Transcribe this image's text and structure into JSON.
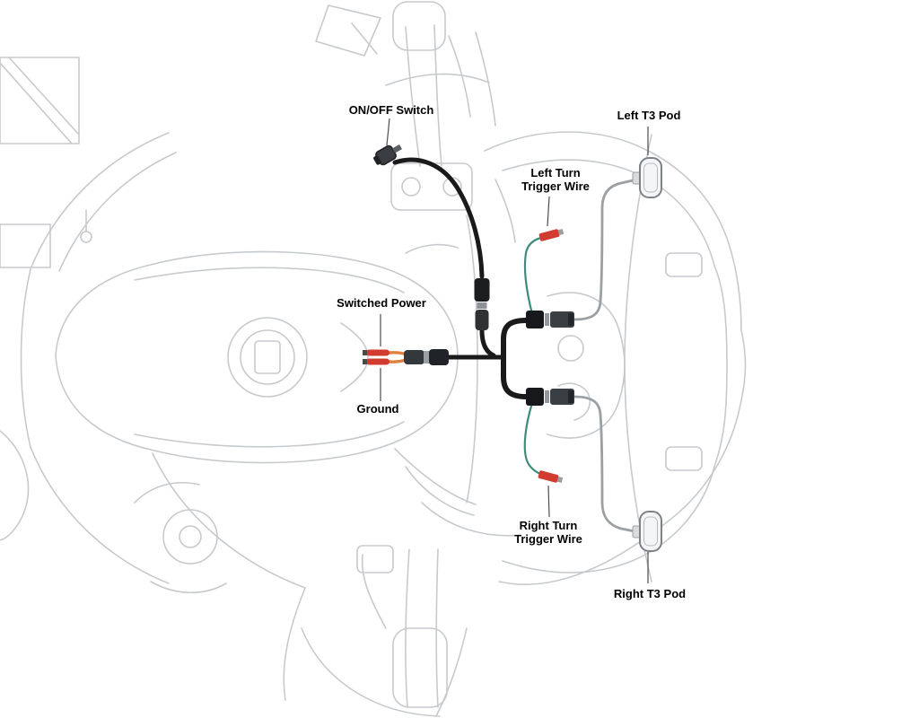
{
  "diagram": {
    "labels": {
      "on_off_switch": "ON/OFF Switch",
      "left_t3_pod": "Left T3 Pod",
      "left_turn_trigger": "Left Turn\nTrigger Wire",
      "switched_power": "Switched Power",
      "ground": "Ground",
      "right_turn_trigger": "Right Turn\nTrigger Wire",
      "right_t3_pod": "Right T3 Pod"
    },
    "colors": {
      "main_wire": "#1a1a1a",
      "trigger_wire": "#3d8c7c",
      "power_wire": "#e0813f",
      "connector_red": "#d23b2f",
      "pod_wire": "#9aa0a3",
      "sketch": "#c7cacd",
      "label_text": "#000000",
      "pointer_line": "#4d4d4d"
    }
  }
}
